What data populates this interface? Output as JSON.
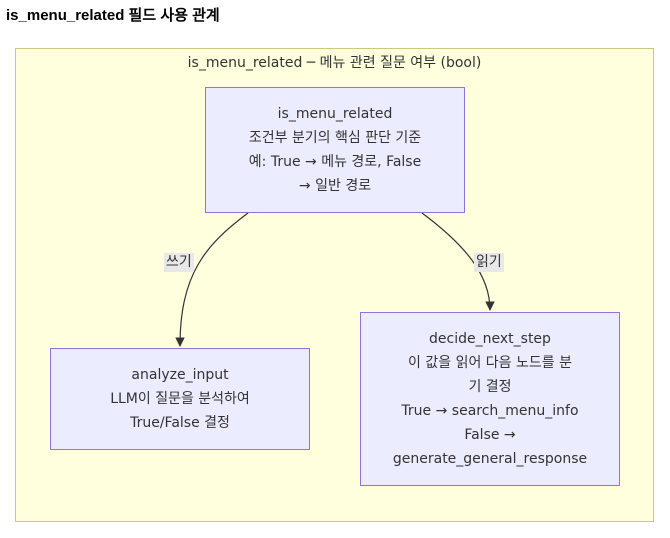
{
  "page_title": "is_menu_related 필드 사용 관계",
  "cluster": {
    "title": "is_menu_related ─ 메뉴 관련 질문 여부 (bool)"
  },
  "nodes": {
    "center": {
      "lines": [
        "is_menu_related",
        "조건부 분기의 핵심 판단 기준",
        "예: True → 메뉴 경로, False",
        "→ 일반 경로"
      ]
    },
    "left": {
      "lines": [
        "analyze_input",
        "LLM이 질문을 분석하여",
        "True/False 결정"
      ]
    },
    "right": {
      "lines": [
        "decide_next_step",
        "이 값을 읽어 다음 노드를 분",
        "기 결정",
        "True → search_menu_info",
        "False →",
        "generate_general_response"
      ]
    }
  },
  "edges": {
    "write_label": "쓰기",
    "read_label": "읽기"
  },
  "colors": {
    "cluster_fill": "#ffffde",
    "cluster_border": "#c9c97e",
    "node_fill": "#ececff",
    "node_border": "#9370db",
    "edge": "#333333",
    "label_bg": "#e8e8e8"
  }
}
